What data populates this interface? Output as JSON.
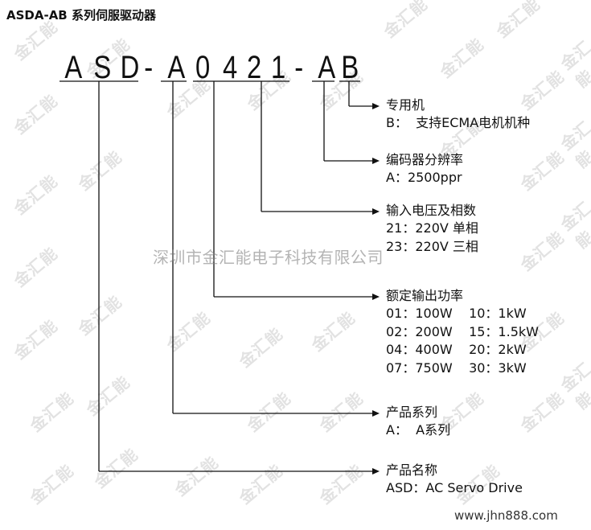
{
  "header": {
    "title": "ASDA-AB  系列伺服驱动器"
  },
  "model_code": {
    "chars": [
      "A",
      "S",
      "D",
      "-",
      "A",
      "0",
      "4",
      "2",
      "1",
      "-",
      "A",
      "B"
    ]
  },
  "fields": [
    {
      "id": "special",
      "label": "专用机",
      "lines": [
        "B：  支持ECMA电机机种"
      ]
    },
    {
      "id": "encoder",
      "label": "编码器分辨率",
      "lines": [
        "A：2500ppr"
      ]
    },
    {
      "id": "voltage",
      "label": "输入电压及相数",
      "lines": [
        "21：220V 单相",
        "23：220V 三相"
      ]
    },
    {
      "id": "power",
      "label": "额定输出功率",
      "lines": [
        "01：100W    10：1kW",
        "02：200W    15：1.5kW",
        "04：400W    20：2kW",
        "07：750W    30：3kW"
      ]
    },
    {
      "id": "series",
      "label": "产品系列",
      "lines": [
        "A：  A系列"
      ]
    },
    {
      "id": "name",
      "label": "产品名称",
      "lines": [
        "ASD：AC Servo Drive"
      ]
    }
  ],
  "watermark": {
    "text": "金汇能"
  },
  "center_watermark": "深圳市金汇能电子科技有限公司",
  "site_url": "www.jhn888.com"
}
